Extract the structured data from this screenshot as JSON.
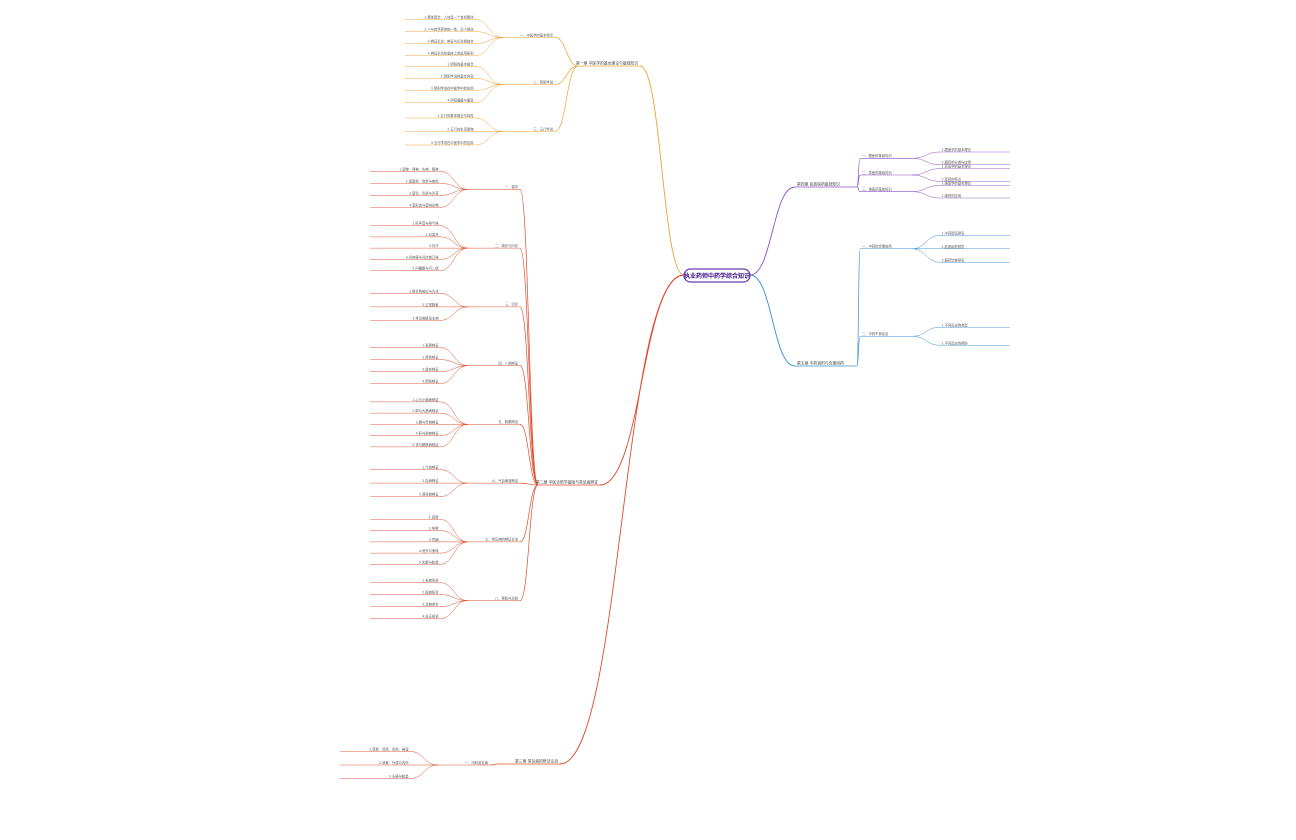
{
  "colors": {
    "root_border": "#6a3bb5",
    "root_text": "#3f1b8a",
    "branch_orange": "#f0a030",
    "branch_red": "#e04a2a",
    "branch_purple": "#8a50c8",
    "branch_blue": "#3a8fd8",
    "branch_teal": "#2aa89a"
  },
  "root": {
    "label": "执业药师中药学综合知识"
  },
  "branches": [
    {
      "id": "b1",
      "label": "第一章 中医学的基本理论与基础知识",
      "children": [
        {
          "label": "一、中医学的基本特点",
          "items": [
            "1.整体观念：人体是一个有机整体",
            "2.人与自然界的统一性，天人相应",
            "3.辨证论治：辨证与论治相结合",
            "4.辨证论治在临床上的运用原则"
          ]
        },
        {
          "label": "二、阴阳学说",
          "items": [
            "1.阴阳的基本概念",
            "2.阴阳学说的基本内容",
            "3.阴阳学说在中医学中的应用",
            "4.阴阳偏盛与偏衰"
          ]
        },
        {
          "label": "三、五行学说",
          "items": [
            "1.五行的基本概念与特性",
            "2.五行的生克乘侮",
            "3.五行学说在中医学中的应用"
          ]
        }
      ]
    },
    {
      "id": "b2",
      "label": "第二章 中医诊断学基础与常见病辨证",
      "children": [
        {
          "label": "一、望诊",
          "items": [
            "1.望神：得神、失神、假神",
            "2.望面色：常色与病色",
            "3.望舌：舌质与舌苔",
            "4.望形态与望排出物"
          ]
        },
        {
          "label": "二、闻诊与问诊",
          "items": [
            "1.听声音与嗅气味",
            "2.问寒热",
            "3.问汗",
            "4.问疼痛与问饮食口味",
            "5.问睡眠与问二便"
          ]
        },
        {
          "label": "三、切诊",
          "items": [
            "1.脉诊的部位与方法",
            "2.正常脉象",
            "3.常见病脉及主病"
          ]
        },
        {
          "label": "四、八纲辨证",
          "items": [
            "1.表里辨证",
            "2.寒热辨证",
            "3.虚实辨证",
            "4.阴阳辨证"
          ]
        },
        {
          "label": "五、脏腑辨证",
          "items": [
            "1.心与小肠病辨证",
            "2.肺与大肠病辨证",
            "3.脾与胃病辨证",
            "4.肝与胆病辨证",
            "5.肾与膀胱病辨证"
          ]
        },
        {
          "label": "六、气血津液辨证",
          "items": [
            "1.气病辨证",
            "2.血病辨证",
            "3.津液病辨证"
          ]
        },
        {
          "label": "七、常见病的辨证论治",
          "items": [
            "1.感冒",
            "2.咳嗽",
            "3.胃痛",
            "4.泄泻与便秘",
            "5.失眠与眩晕"
          ]
        },
        {
          "label": "八、预防与治则",
          "items": [
            "1.未病先防",
            "2.既病防变",
            "3.治病求本",
            "4.扶正祛邪"
          ]
        }
      ]
    },
    {
      "id": "b3",
      "label": "第三章 常见病的辨证论治",
      "children": [
        {
          "label": "一、内科常见病",
          "items": [
            "1.感冒：风寒、风热、暑湿",
            "2.咳嗽：外感与内伤",
            "3.头痛与眩晕"
          ]
        }
      ]
    },
    {
      "id": "b4",
      "label": "第四章 民族医药基础知识",
      "children": [
        {
          "label": "一、藏医药基础知识",
          "items": [
            "1.藏医学的基本理论",
            "2.藏药的分类与应用"
          ]
        },
        {
          "label": "二、蒙医药基础知识",
          "items": [
            "1.蒙医学的基本理论",
            "2.蒙药的特点"
          ]
        },
        {
          "label": "三、维医药基础知识",
          "items": [
            "1.维医学的基本理论",
            "2.维药的应用"
          ]
        }
      ]
    },
    {
      "id": "b5",
      "label": "第五章 中药调剂与合理用药",
      "children": [
        {
          "label": "一、中药的合理应用",
          "items": [
            "1.中药配伍禁忌",
            "2.妊娠用药禁忌",
            "3.服药饮食禁忌"
          ]
        },
        {
          "label": "二、中药不良反应",
          "items": [
            "1.不良反应的类型",
            "2.不良反应的预防"
          ]
        }
      ]
    }
  ]
}
